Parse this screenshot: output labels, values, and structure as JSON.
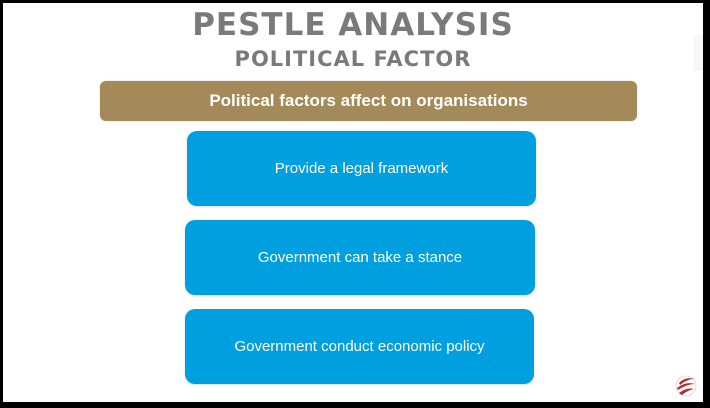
{
  "slide": {
    "title": "PESTLE ANALYSIS",
    "subtitle": "POLITICAL FACTOR",
    "header": "Political factors affect on organisations",
    "items": [
      {
        "label": "Provide a legal framework"
      },
      {
        "label": "Government can take a stance"
      },
      {
        "label": "Government conduct economic policy"
      }
    ],
    "logo_icon": "globe-swoosh-logo-icon"
  },
  "colors": {
    "title": "#7a7a7a",
    "header_bar": "#a38a58",
    "box": "#00a0e0",
    "text_on_color": "#ffffff",
    "logo": "#b22a2e",
    "frame": "#000000"
  }
}
